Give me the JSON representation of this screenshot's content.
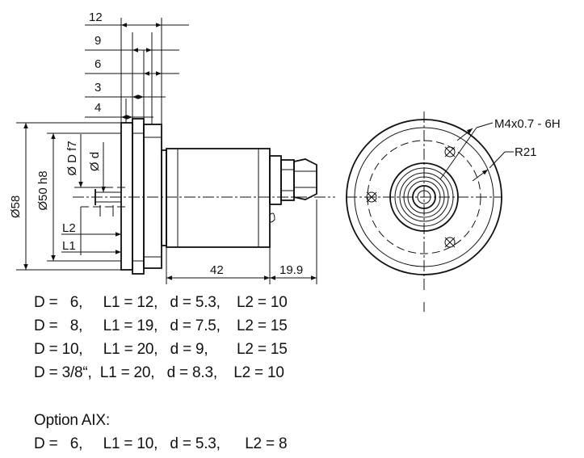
{
  "drawing": {
    "side_view": {
      "dim_12": "12",
      "dim_9": "9",
      "dim_6": "6",
      "dim_3": "3",
      "dim_4": "4",
      "dim_dia58": "Ø58",
      "dim_dia50h8": "Ø50 h8",
      "dim_diaDf7": "Ø D f7",
      "dim_diad": "Ø d",
      "dim_L2": "L2",
      "dim_L1": "L1",
      "dim_42": "42",
      "dim_19_9": "19.9"
    },
    "front_view": {
      "label_thread": "M4x0.7 - 6H",
      "label_radius": "R21"
    }
  },
  "variants": {
    "rows": [
      "D =   6,     L1 = 12,   d = 5.3,    L2 = 10",
      "D =   8,     L1 = 19,   d = 7.5,    L2 = 15",
      "D = 10,     L1 = 20,   d = 9,       L2 = 15",
      "D = 3/8“,  L1 = 20,   d = 8.3,    L2 = 10"
    ],
    "option_title": "Option AIX:",
    "option_rows": [
      "D =   6,     L1 = 10,   d = 5.3,      L2 = 8"
    ]
  }
}
